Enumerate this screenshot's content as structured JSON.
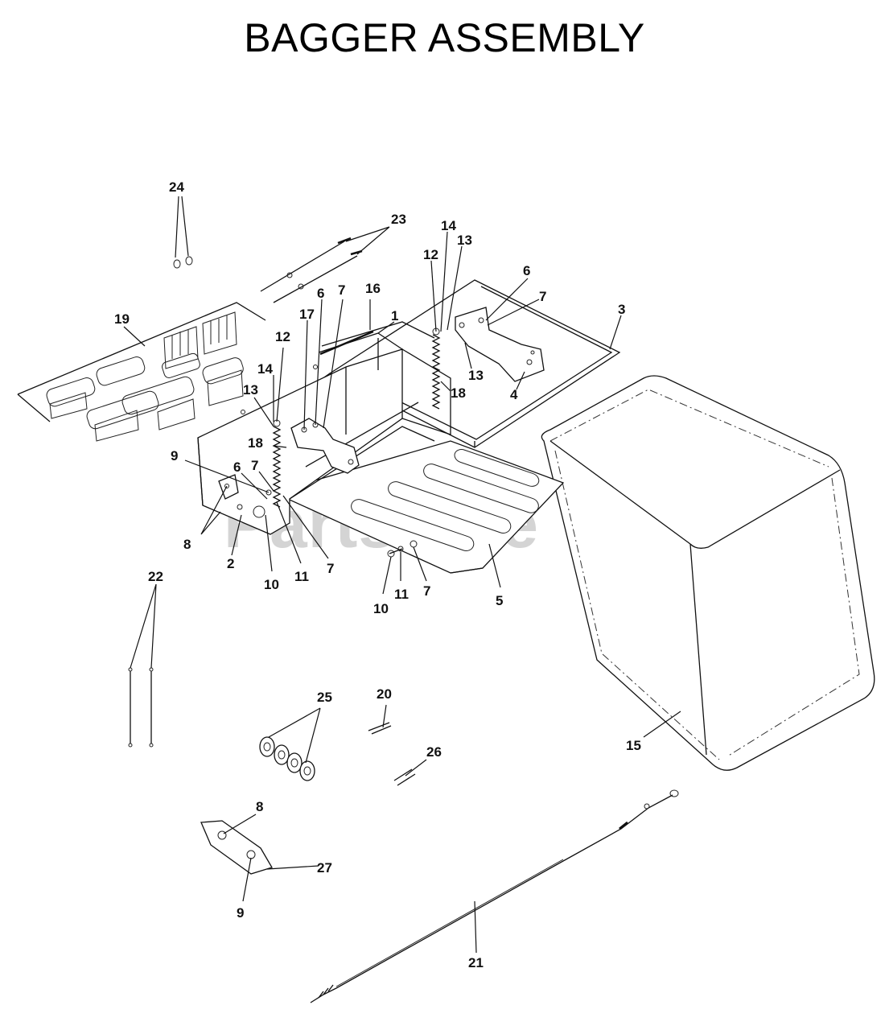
{
  "title": "BAGGER ASSEMBLY",
  "watermark": {
    "text": "PartsTree",
    "trademark": "TM"
  },
  "callouts": [
    {
      "id": "c24",
      "label": "24"
    },
    {
      "id": "c23",
      "label": "23"
    },
    {
      "id": "c14a",
      "label": "14"
    },
    {
      "id": "c13a",
      "label": "13"
    },
    {
      "id": "c12a",
      "label": "12"
    },
    {
      "id": "c6a",
      "label": "6"
    },
    {
      "id": "c7a",
      "label": "7"
    },
    {
      "id": "c3",
      "label": "3"
    },
    {
      "id": "c19",
      "label": "19"
    },
    {
      "id": "c6b",
      "label": "6"
    },
    {
      "id": "c7b",
      "label": "7"
    },
    {
      "id": "c16",
      "label": "16"
    },
    {
      "id": "c17",
      "label": "17"
    },
    {
      "id": "c1",
      "label": "1"
    },
    {
      "id": "c12b",
      "label": "12"
    },
    {
      "id": "c13b",
      "label": "13"
    },
    {
      "id": "c18a",
      "label": "18"
    },
    {
      "id": "c4",
      "label": "4"
    },
    {
      "id": "c14b",
      "label": "14"
    },
    {
      "id": "c13c",
      "label": "13"
    },
    {
      "id": "c18b",
      "label": "18"
    },
    {
      "id": "c9a",
      "label": "9"
    },
    {
      "id": "c6c",
      "label": "6"
    },
    {
      "id": "c7c",
      "label": "7"
    },
    {
      "id": "c8a",
      "label": "8"
    },
    {
      "id": "c2",
      "label": "2"
    },
    {
      "id": "c10a",
      "label": "10"
    },
    {
      "id": "c11a",
      "label": "11"
    },
    {
      "id": "c7d",
      "label": "7"
    },
    {
      "id": "c22",
      "label": "22"
    },
    {
      "id": "c10b",
      "label": "10"
    },
    {
      "id": "c11b",
      "label": "11"
    },
    {
      "id": "c7e",
      "label": "7"
    },
    {
      "id": "c5",
      "label": "5"
    },
    {
      "id": "c25",
      "label": "25"
    },
    {
      "id": "c20",
      "label": "20"
    },
    {
      "id": "c26",
      "label": "26"
    },
    {
      "id": "c15",
      "label": "15"
    },
    {
      "id": "c8b",
      "label": "8"
    },
    {
      "id": "c27",
      "label": "27"
    },
    {
      "id": "c9b",
      "label": "9"
    },
    {
      "id": "c21",
      "label": "21"
    }
  ]
}
